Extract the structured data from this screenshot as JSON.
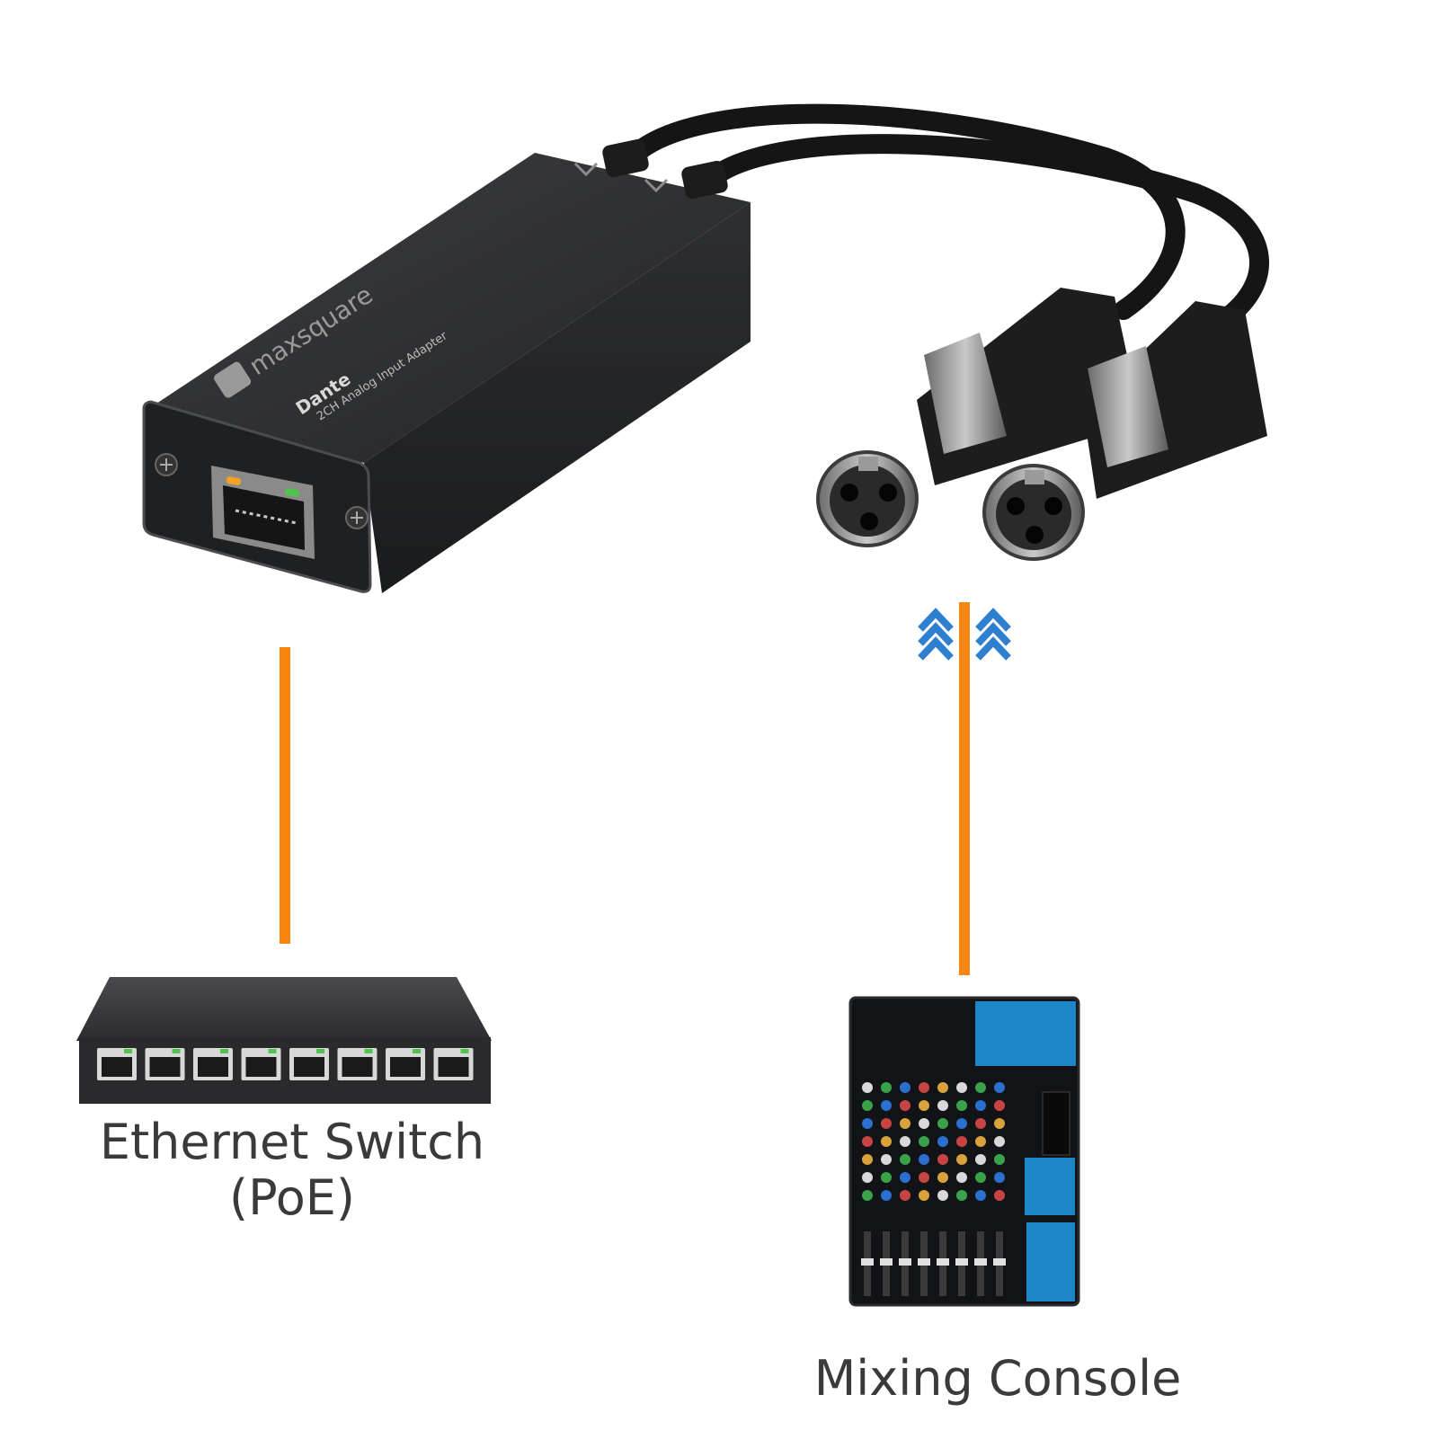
{
  "device": {
    "brand": "maxsquare",
    "logo_text": "Dante",
    "model_text": "2CH Analog Input Adapter"
  },
  "labels": {
    "switch_line1": "Ethernet Switch",
    "switch_line2": "(PoE)",
    "mixer": "Mixing Console"
  },
  "colors": {
    "connector_line": "#f7850f",
    "flow_arrow": "#2f7fd0",
    "device_body": "#2b2c2e",
    "mixer_accent": "#1b86c8"
  },
  "icons": {
    "adapter": "dante-adapter-icon",
    "xlr": "xlr-female-connector-icon",
    "switch": "ethernet-switch-icon",
    "mixer": "mixing-console-icon",
    "arrow": "double-chevron-up-icon"
  }
}
